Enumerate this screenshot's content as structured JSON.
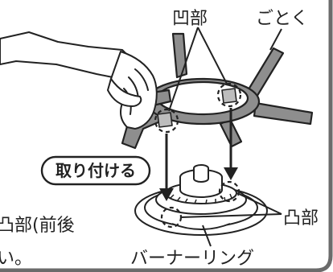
{
  "labels": {
    "recess": "凹部",
    "trivet": "ごとく",
    "attach": "取り付ける",
    "projection": "凸部",
    "burner_ring": "バーナーリング",
    "cut_line_1": "凸部(前後",
    "cut_line_2": "い。"
  },
  "colors": {
    "ink": "#222222",
    "trivet_fill": "#8e8e8e",
    "trivet_light": "#bdbdbd",
    "frame": "#6b6b6b",
    "background": "#ffffff"
  }
}
